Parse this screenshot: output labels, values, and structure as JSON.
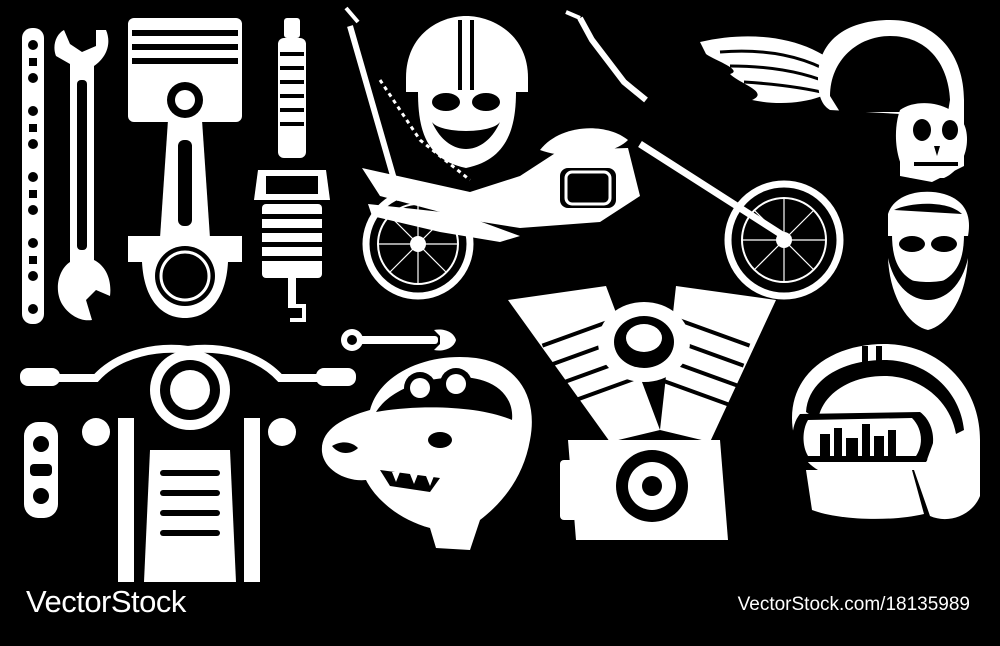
{
  "watermark": {
    "brand": "VectorStock",
    "image_id": "VectorStock.com/18135989"
  },
  "colors": {
    "background": "#000000",
    "ink": "#ffffff"
  },
  "illustrations": [
    "roller-chain",
    "wrench",
    "piston",
    "spark-plug",
    "helmeted-bearded-biker-head",
    "chopper-motorcycle",
    "winged-skull-helmet",
    "bearded-man-with-sunglasses",
    "small-combination-wrench",
    "motorcycle-front-handlebars",
    "chain-link",
    "wolf-with-goggles-helmet",
    "v-twin-engine",
    "helmet-with-goggles"
  ]
}
